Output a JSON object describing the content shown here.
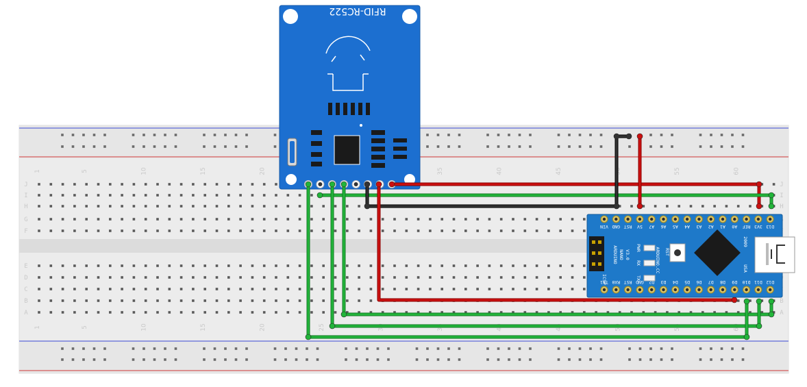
{
  "breadboard": {
    "row_letters": [
      "J",
      "I",
      "H",
      "G",
      "F",
      "E",
      "D",
      "C",
      "B",
      "A"
    ],
    "column_numbers": [
      "1",
      "5",
      "10",
      "15",
      "20",
      "25",
      "30",
      "35",
      "40",
      "45",
      "50",
      "55",
      "60"
    ]
  },
  "rfid": {
    "title": "RFID-RC522"
  },
  "arduino": {
    "board_name": "ARDUINO",
    "board_model": "NANO",
    "board_version": "V3.0",
    "brand": "ARDUINO.CC",
    "year": "2009",
    "usa": "USA",
    "icsp": "ICSP",
    "rst_label": "RST",
    "led_pwr": "PWR",
    "led_rx": "RX",
    "led_tx": "TX",
    "top_pins": [
      "VIN",
      "GND",
      "RST",
      "5V",
      "A7",
      "A6",
      "A5",
      "A4",
      "A3",
      "A2",
      "A1",
      "A0",
      "REF",
      "3V3",
      "D13"
    ],
    "bottom_pins": [
      "TX1",
      "RX0",
      "RST",
      "GND",
      "D2",
      "D3",
      "D4",
      "D5",
      "D6",
      "D7",
      "D8",
      "D9",
      "D10",
      "D11",
      "D12"
    ]
  },
  "colors": {
    "wire_red": "#cc1010",
    "wire_green": "#22b53a",
    "wire_black": "#222222",
    "rfid_board": "#1c6fd0",
    "nano_board": "#1e79c9"
  }
}
